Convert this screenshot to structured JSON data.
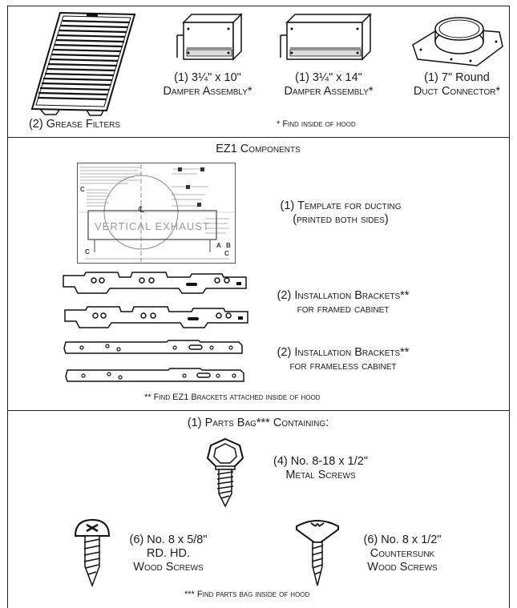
{
  "section1": {
    "filters_label": "(2) Grease Filters",
    "damper10_line1": "(1) 3¼\" x 10\"",
    "damper10_line2": "Damper Assembly*",
    "damper14_line1": "(1) 3¼\" x 14\"",
    "damper14_line2": "Damper Assembly*",
    "duct_line1": "(1) 7\" Round",
    "duct_line2": "Duct Connector*",
    "note": "* Find inside of hood"
  },
  "section2": {
    "title": "EZ1 Components",
    "template_line1": "(1) Template for ducting",
    "template_line2": "(printed both sides)",
    "template_watermark": "VERTICAL EXHAUST",
    "template_center_mark": "℄",
    "template_letter_a": "A",
    "template_letter_b": "B",
    "template_letter_c": "C",
    "framed_line1": "(2) Installation Brackets**",
    "framed_line2": "for framed cabinet",
    "frameless_line1": "(2) Installation Brackets**",
    "frameless_line2": "for frameless cabinet",
    "note": "** Find EZ1 Brackets attached inside of hood"
  },
  "section3": {
    "title": "(1) Parts Bag*** Containing:",
    "metal_line1": "(4) No. 8-18 x 1/2\"",
    "metal_line2": "Metal Screws",
    "rdhd_line1": "(6) No. 8 x 5/8\"",
    "rdhd_line2": "RD. HD.",
    "rdhd_line3": "Wood Screws",
    "csk_line1": "(6) No. 8 x 1/2\"",
    "csk_line2": "Countersunk",
    "csk_line3": "Wood Screws",
    "note": "*** Find parts bag inside of hood"
  }
}
